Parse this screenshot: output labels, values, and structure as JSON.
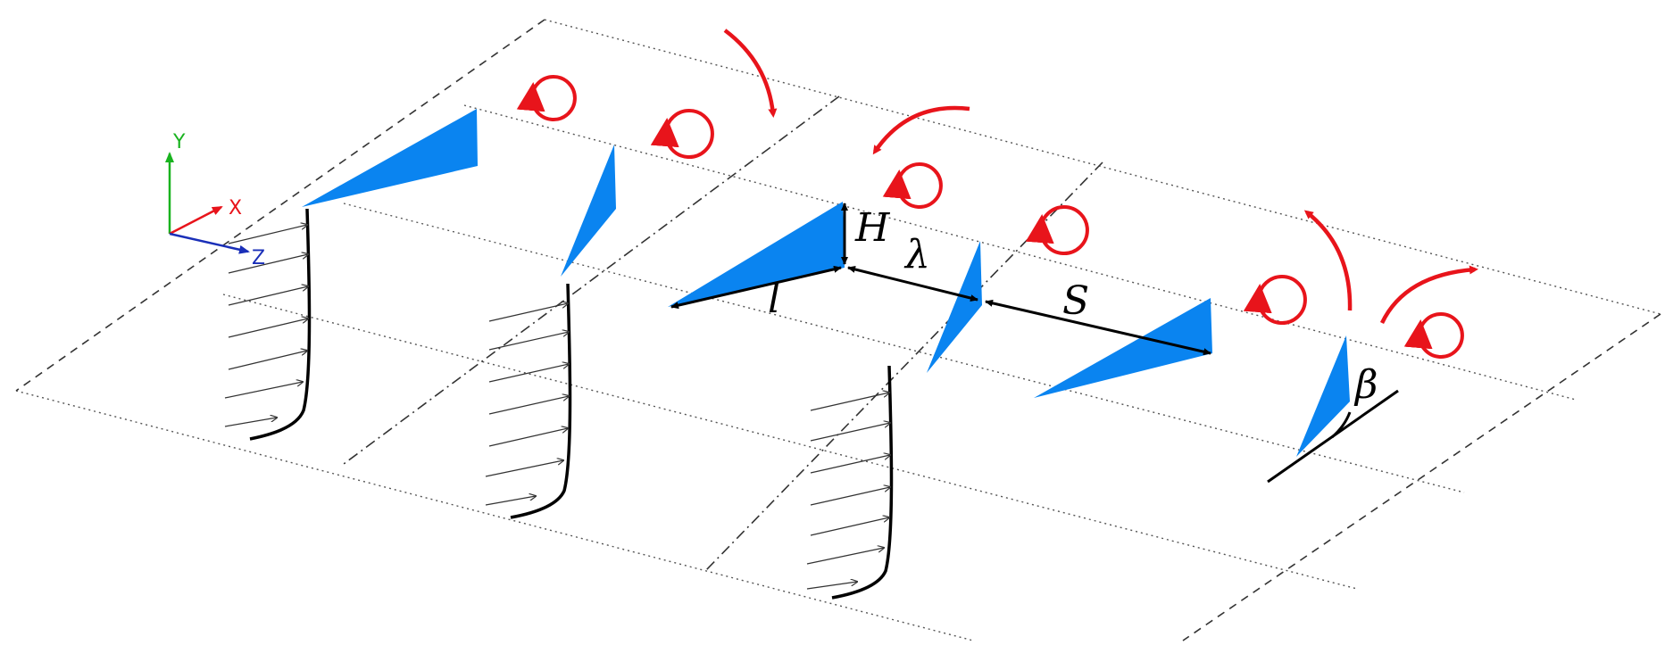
{
  "axes": {
    "x_label": "X",
    "y_label": "Y",
    "z_label": "Z",
    "x_color": "#e8141b",
    "y_color": "#19b31f",
    "z_color": "#1a2fb8"
  },
  "symbols": {
    "height": "H",
    "length": "l",
    "spacing_pair": "λ",
    "spacing_rows": "S",
    "angle": "β"
  },
  "colors": {
    "vortex_generator": "#0a84f0",
    "vortex": "#e8141b",
    "profile": "#000000"
  }
}
